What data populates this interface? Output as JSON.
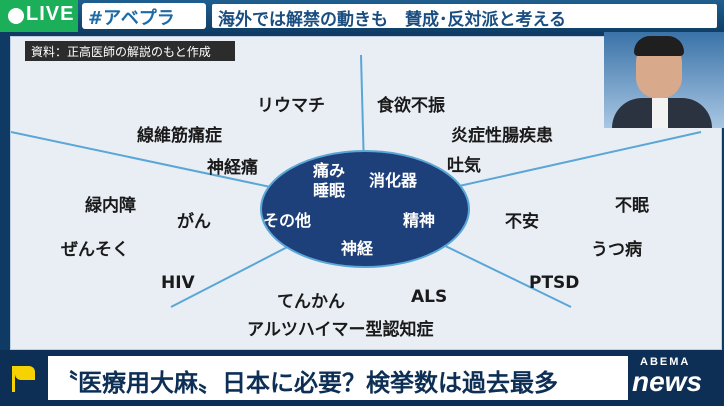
{
  "header": {
    "live_label": "LIVE",
    "channel_tag": "#アベプラ",
    "headline": "海外では解禁の動きも　賛成･反対派と考える"
  },
  "board": {
    "source_note": "資料：正高医師の解説のもと作成",
    "center": {
      "pain_sleep": [
        "痛み",
        "睡眠"
      ],
      "digestive": "消化器",
      "other": "その他",
      "mental": "精神",
      "neuro": "神経"
    },
    "items": {
      "rheumatism": "リウマチ",
      "fibromyalgia": "線維筋痛症",
      "neuralgia": "神経痛",
      "appetite_loss": "食欲不振",
      "ibd": "炎症性腸疾患",
      "vomiting": "吐気",
      "glaucoma": "緑内障",
      "cancer": "がん",
      "asthma": "ぜんそく",
      "hiv": "HIV",
      "insomnia": "不眠",
      "anxiety": "不安",
      "depression": "うつ病",
      "ptsd": "PTSD",
      "epilepsy": "てんかん",
      "als": "ALS",
      "alzheimers": "アルツハイマー型認知症"
    },
    "colors": {
      "ellipse": "#1d3f7a",
      "lines": "#5aa6d6"
    }
  },
  "bottom": {
    "ticker": "〝医療用大麻〟日本に必要？検挙数は過去最多",
    "logo_top": "ABEMA",
    "logo_bottom": "news"
  }
}
